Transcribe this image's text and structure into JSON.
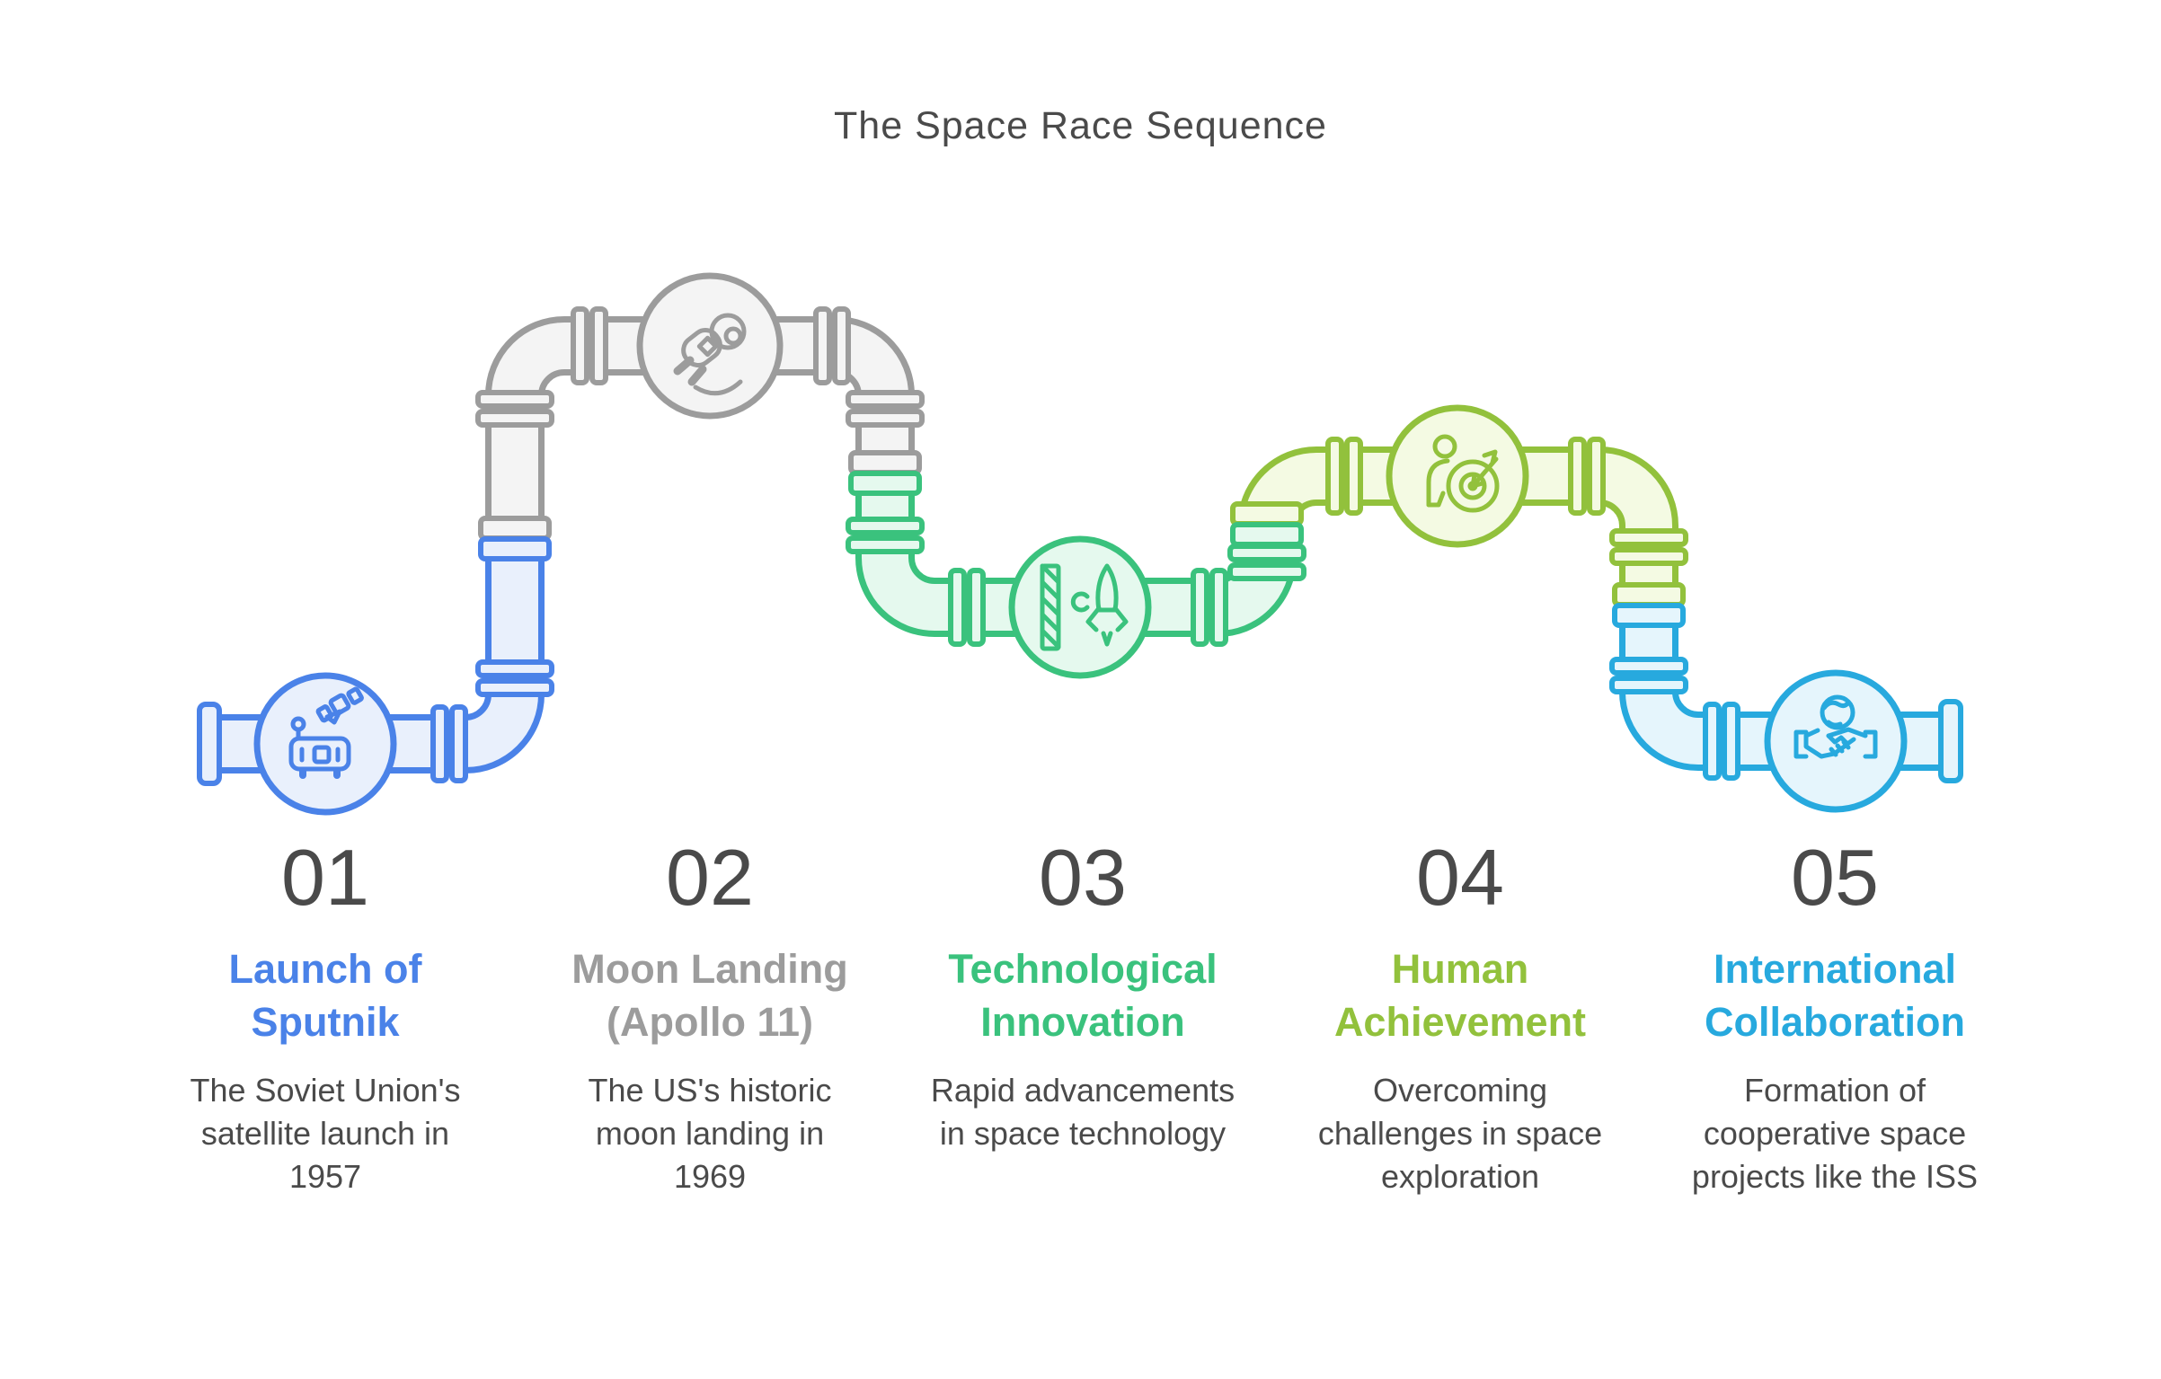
{
  "header": {
    "title": "The Space Race Sequence",
    "title_color": "#4a4a4a"
  },
  "stages": [
    {
      "number": "01",
      "title": "Launch of\nSputnik",
      "description": "The Soviet Union's\nsatellite launch in\n1957",
      "accent_color": "#4A82E8",
      "fill_color": "#E9F0FC",
      "icon": "satellite-rover-icon"
    },
    {
      "number": "02",
      "title": "Moon Landing\n(Apollo 11)",
      "description": "The US's historic\nmoon landing in\n1969",
      "accent_color": "#9C9C9C",
      "fill_color": "#F4F4F4",
      "icon": "astronaut-icon"
    },
    {
      "number": "03",
      "title": "Technological\nInnovation",
      "description": "Rapid advancements\nin space technology",
      "accent_color": "#3AC27D",
      "fill_color": "#E5F9EE",
      "icon": "rocket-launch-icon"
    },
    {
      "number": "04",
      "title": "Human\nAchievement",
      "description": "Overcoming\nchallenges in space\nexploration",
      "accent_color": "#92C13C",
      "fill_color": "#F4FAE3",
      "icon": "person-target-icon"
    },
    {
      "number": "05",
      "title": "International\nCollaboration",
      "description": "Formation of\ncooperative space\nprojects like the ISS",
      "accent_color": "#27A9DE",
      "fill_color": "#E5F5FC",
      "icon": "handshake-globe-icon"
    }
  ],
  "text_color": "#4a4a4a"
}
